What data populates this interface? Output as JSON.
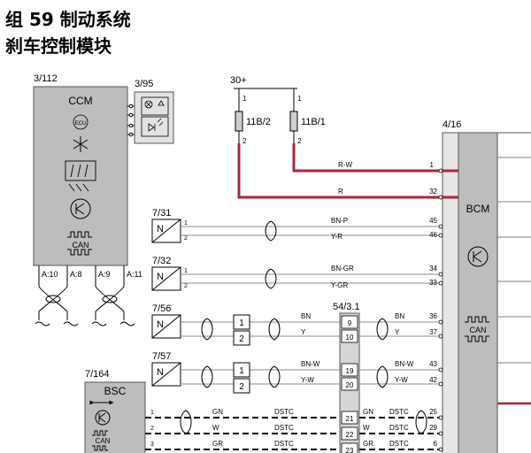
{
  "header": {
    "title_line1": "组 59 制动系统",
    "title_line2": "刹车控制模块"
  },
  "colors": {
    "wire_red": "#a8283a",
    "module_fill": "#bdbdbd",
    "module_stroke": "#555555",
    "wire_grey": "#8c8c8c",
    "line_black": "#000000"
  },
  "modules": {
    "ccm": {
      "ref": "3/112",
      "label": "CCM",
      "pins": [
        "A:10",
        "A:8",
        "A:9",
        "A:11"
      ],
      "can_label": "CAN"
    },
    "ccm_panel": {
      "ref": "3/95"
    },
    "bcm": {
      "ref": "4/16",
      "label": "BCM",
      "can_label": "CAN"
    },
    "bsc": {
      "ref": "7/164",
      "label": "BSC",
      "can_label": "CAN"
    }
  },
  "power": {
    "supply": "30+",
    "fuses": [
      {
        "label": "11B/2",
        "pin_top": "1",
        "pin_bottom": "2"
      },
      {
        "label": "11B/1",
        "pin_top": "1",
        "pin_bottom": "2"
      }
    ]
  },
  "sensors": [
    {
      "ref": "7/31",
      "symbol": "N",
      "pin_a": "1",
      "pin_b": "2"
    },
    {
      "ref": "7/32",
      "symbol": "N",
      "pin_a": "1",
      "pin_b": "2"
    },
    {
      "ref": "7/56",
      "symbol": "N"
    },
    {
      "ref": "7/57",
      "symbol": "N"
    }
  ],
  "connectors": {
    "inline_a": {
      "pins": [
        "1",
        "2"
      ]
    },
    "inline_b": {
      "pins": [
        "1",
        "2"
      ]
    },
    "splice": {
      "ref": "54/3.1",
      "pins": [
        "9",
        "10",
        "19",
        "20",
        "21",
        "22",
        "23"
      ]
    }
  },
  "wires": [
    {
      "color": "R-W",
      "bcm_pin": "1"
    },
    {
      "color": "R",
      "bcm_pin": "32"
    },
    {
      "color": "BN-P",
      "bcm_pin": "45"
    },
    {
      "color": "Y-R",
      "bcm_pin": "46"
    },
    {
      "color": "BN-GR",
      "bcm_pin": "34"
    },
    {
      "color": "Y-GR",
      "bcm_pin": "33"
    },
    {
      "color": "BN",
      "bcm_pin": "36",
      "color_right": "BN"
    },
    {
      "color": "Y",
      "bcm_pin": "37",
      "color_right": "Y"
    },
    {
      "color": "BN-W",
      "bcm_pin": "43",
      "color_right": "BN-W"
    },
    {
      "color": "Y-W",
      "bcm_pin": "42",
      "color_right": "Y-W"
    }
  ],
  "bsc_wires": [
    {
      "bsc_pin": "1",
      "color": "GN",
      "type": "DSTC",
      "color_right": "GN",
      "type_right": "DSTC",
      "bcm_pin": "25"
    },
    {
      "bsc_pin": "2",
      "color": "W",
      "type": "DSTC",
      "color_right": "W",
      "type_right": "DSTC",
      "bcm_pin": "29"
    },
    {
      "bsc_pin": "3",
      "color": "GR",
      "type": "DSTC",
      "color_right": "GR",
      "type_right": "DSTC",
      "bcm_pin": "6"
    }
  ]
}
